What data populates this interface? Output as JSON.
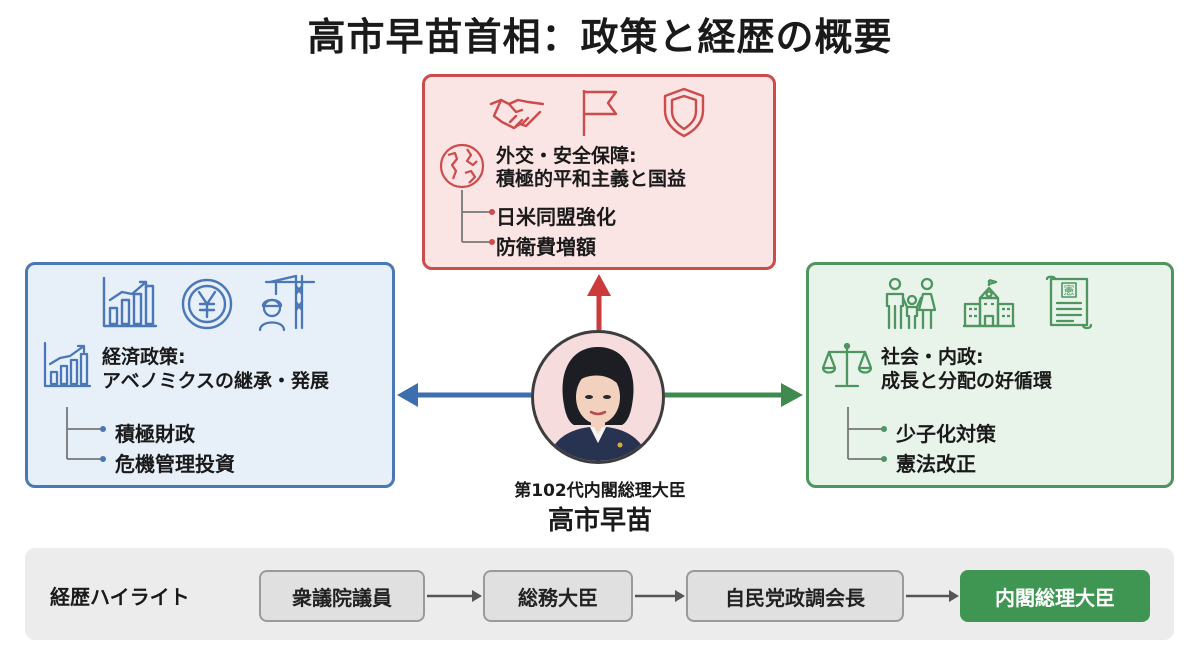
{
  "title": "高市早苗首相：政策と経歴の概要",
  "person": {
    "position": "第102代内閣総理大臣",
    "name": "高市早苗"
  },
  "diplomacy": {
    "heading_line1": "外交・安全保障:",
    "heading_line2": "積極的平和主義と国益",
    "items": [
      "日米同盟強化",
      "防衛費増額"
    ],
    "icons": [
      "handshake-icon",
      "flag-icon",
      "shield-icon",
      "globe-icon"
    ],
    "color": "#cc4b4b"
  },
  "economy": {
    "heading_line1": "経済政策:",
    "heading_line2": "アベノミクスの継承・発展",
    "items": [
      "積極財政",
      "危機管理投資"
    ],
    "icons": [
      "bar-chart-icon",
      "yen-coin-icon",
      "construction-crane-icon",
      "growth-chart-icon"
    ],
    "color": "#4a78b6"
  },
  "society": {
    "heading_line1": "社会・内政:",
    "heading_line2": "成長と分配の好循環",
    "items": [
      "少子化対策",
      "憲法改正"
    ],
    "icons": [
      "family-icon",
      "school-icon",
      "constitution-scroll-icon",
      "scales-icon"
    ],
    "scroll_label": "憲",
    "color": "#4e9560"
  },
  "career": {
    "label": "経歴ハイライト",
    "steps": [
      "衆議院議員",
      "総務大臣",
      "自民党政調会長",
      "内閣総理大臣"
    ],
    "final_color": "#3f9552"
  }
}
